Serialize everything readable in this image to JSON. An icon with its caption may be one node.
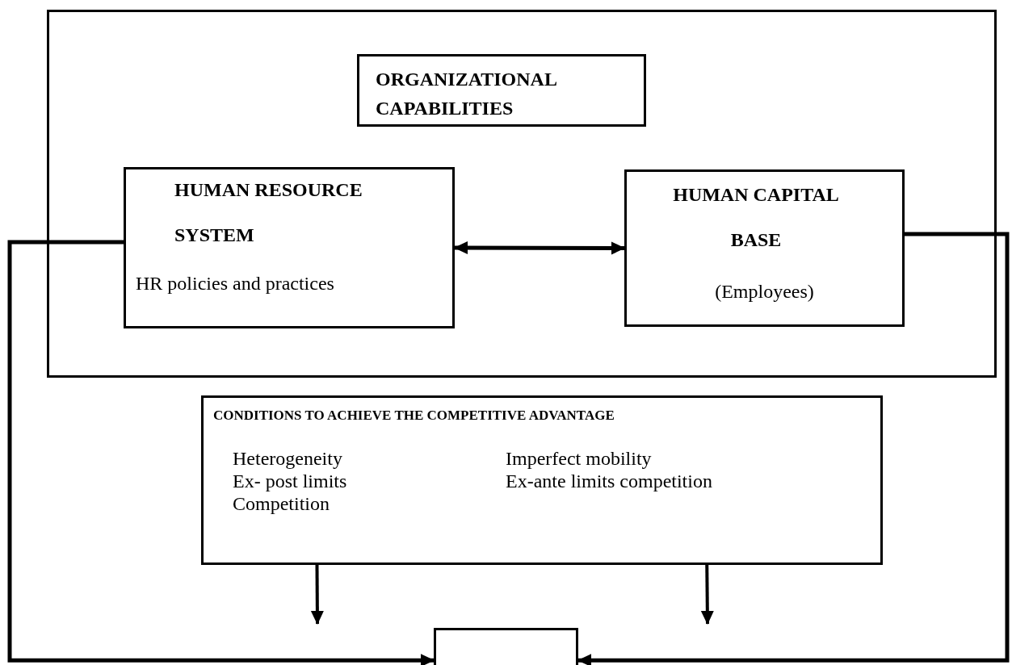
{
  "diagram": {
    "nodes": [
      {
        "text": [],
        "shape": "box"
      },
      {
        "text": [
          "ORGANIZATIONAL CAPABILITIES"
        ],
        "in": 0
      },
      {
        "text": [
          "HUMAN RESOURCE SYSTEM",
          "HR policies and practices"
        ],
        "in": 0
      },
      {
        "text": [
          "HUMAN CAPITAL BASE",
          "(Employees)"
        ],
        "in": 0
      },
      {
        "text": [
          "CONDITIONS TO ACHIEVE THE COMPETITIVE ADVANTAGE",
          "Heterogeneity",
          "Imperfect mobility",
          "Ex- post limits Competition",
          "Ex-ante limits competition"
        ]
      },
      {
        "text": [],
        "shape": "box"
      }
    ],
    "edges": [
      {
        "from": 2,
        "to": 3,
        "arrow": "both"
      },
      {
        "from": 2,
        "to": 5,
        "arrow": "to"
      },
      {
        "from": 3,
        "to": 5,
        "arrow": "to"
      },
      {
        "from": 4,
        "to": null,
        "arrow": "to"
      },
      {
        "from": 4,
        "to": null,
        "arrow": "to"
      }
    ]
  }
}
